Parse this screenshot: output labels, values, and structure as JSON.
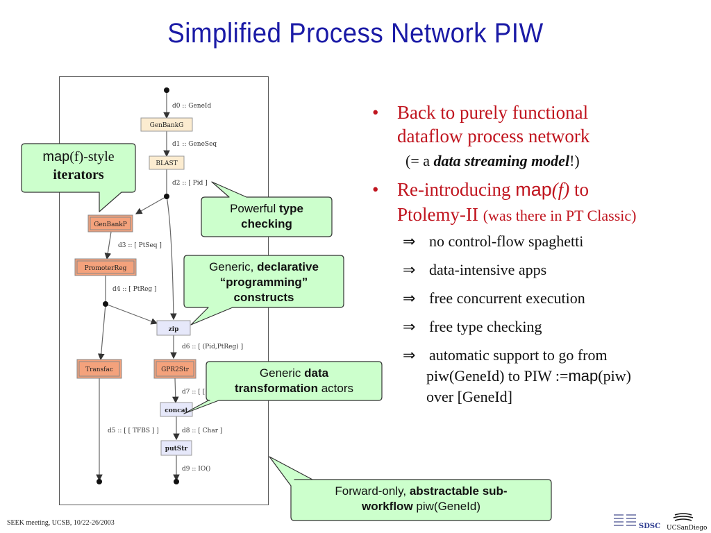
{
  "title": "Simplified Process Network PIW",
  "diagram": {
    "nodes": {
      "genbankg": "GenBankG",
      "blast": "BLAST",
      "genbankp": "GenBankP",
      "promoterreg": "PromoterReg",
      "zip": "zip",
      "transfac": "Transfac",
      "gpr2str": "GPR2Str",
      "concat": "concat",
      "putstr": "putStr"
    },
    "edges": {
      "d0": "d0 :: GeneId",
      "d1": "d1 :: GeneSeq",
      "d2": "d2 :: [ Pid ]",
      "d3": "d3 :: [ PtSeq ]",
      "d4": "d4 :: [ PtReg ]",
      "d6": "d6 :: [ (Pid,PtReg) ]",
      "d7": "d7 :: [ [",
      "d5": "d5 :: [ [ TFBS ] ]",
      "d8": "d8 :: [ Char ]",
      "d9": "d9 :: IO()"
    }
  },
  "callouts": {
    "map_iterators": {
      "word": "map",
      "rest": "(f)-style",
      "line2": "iterators"
    },
    "type_checking": {
      "plain": "Powerful ",
      "bold1": "type",
      "bold2": "checking"
    },
    "declarative": {
      "plain": "Generic, ",
      "bold1": "declarative",
      "bold2": "“programming”",
      "bold3": "constructs"
    },
    "data_transform": {
      "plain": "Generic ",
      "bold1": "data",
      "bold2": "transformation",
      "plain2": " actors"
    },
    "forward_only": {
      "plain": "Forward-only, ",
      "bold1": "abstractable sub-",
      "bold2": "workflow",
      "plain2": " piw(GeneId)"
    }
  },
  "bullets": {
    "b1_line1": "Back to purely functional",
    "b1_line2": "dataflow process network",
    "b1_sub_pre": "(= a ",
    "b1_sub_em": "data streaming model",
    "b1_sub_post": "!)",
    "b2_pre": "Re-introducing ",
    "b2_map": "map",
    "b2_f": "(f)",
    "b2_to": " to",
    "b2_line2": "Ptolemy-II ",
    "b2_small": "(was there in PT Classic)",
    "implies": [
      "no control-flow spaghetti",
      "data-intensive apps",
      "free concurrent execution",
      "free type checking"
    ],
    "last_line1": "automatic support to go from",
    "last_line2_pre": "piw(GeneId) to PIW :=",
    "last_line2_map": "map",
    "last_line2_post": "(piw)",
    "last_line3": "over [GeneId]"
  },
  "footer": "SEEK meeting, UCSB, 10/22-26/2003",
  "logos": {
    "sdsc": "SDSC",
    "ucsd": "UCSanDiego"
  }
}
